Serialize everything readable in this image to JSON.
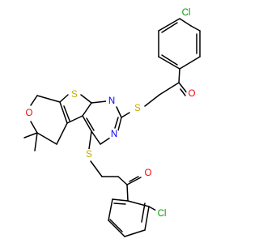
{
  "colors": {
    "background": "#ffffff",
    "bond": "#000000",
    "carbon_label": "#000000",
    "oxygen": "#ff0000",
    "nitrogen": "#0000ff",
    "sulfur": "#c8a800",
    "chlorine": "#00a000"
  },
  "atoms": [
    {
      "id": "cl_top",
      "label": "Cl",
      "element": "Cl"
    },
    {
      "id": "o_top",
      "label": "O",
      "element": "O"
    },
    {
      "id": "s_top",
      "label": "S",
      "element": "S"
    },
    {
      "id": "s_ring",
      "label": "S",
      "element": "S"
    },
    {
      "id": "n_top",
      "label": "N",
      "element": "N"
    },
    {
      "id": "n_bottom",
      "label": "N",
      "element": "N"
    },
    {
      "id": "o_pyran",
      "label": "O",
      "element": "O"
    },
    {
      "id": "s_bottom",
      "label": "S",
      "element": "S"
    },
    {
      "id": "o_bottom",
      "label": "O",
      "element": "O"
    },
    {
      "id": "cl_bottom",
      "label": "Cl",
      "element": "Cl"
    }
  ]
}
